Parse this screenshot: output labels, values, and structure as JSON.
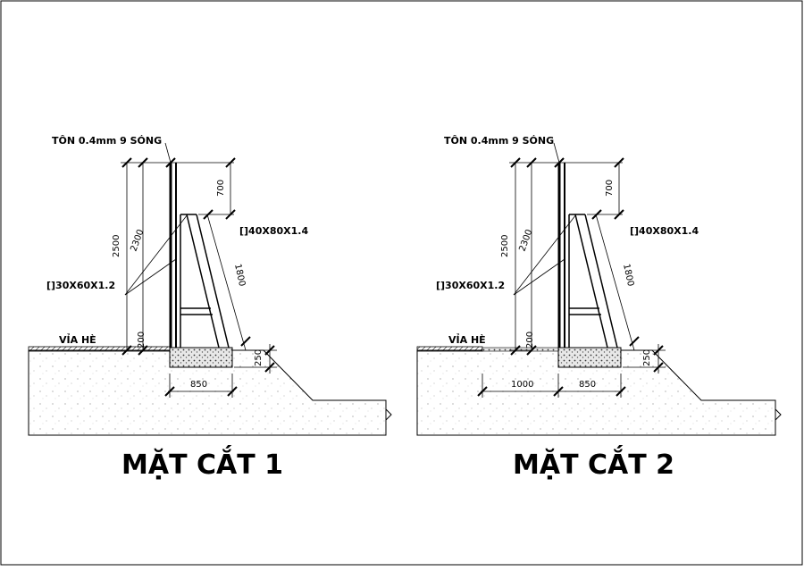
{
  "section1": {
    "title": "MẶT CẮT 1",
    "sheet_label": "TÔN 0.4mm 9 SÓNG",
    "post_label": "[]30X60X1.2",
    "strut_label": "[]40X80X1.4",
    "sidewalk_label": "VỈA HÈ",
    "dims": {
      "total_height": "2500",
      "sheet_height": "2300",
      "top": "700",
      "diagonal": "1800",
      "gap": "200",
      "footing_depth": "250",
      "footing_width": "850"
    }
  },
  "section2": {
    "title": "MẶT CẮT 2",
    "sheet_label": "TÔN 0.4mm 9 SÓNG",
    "post_label": "[]30X60X1.2",
    "strut_label": "[]40X80X1.4",
    "sidewalk_label": "VỈA HÈ",
    "dims": {
      "total_height": "2500",
      "sheet_height": "2300",
      "top": "700",
      "diagonal": "1800",
      "gap": "200",
      "footing_depth": "250",
      "footing_width": "850",
      "offset": "1000"
    }
  }
}
